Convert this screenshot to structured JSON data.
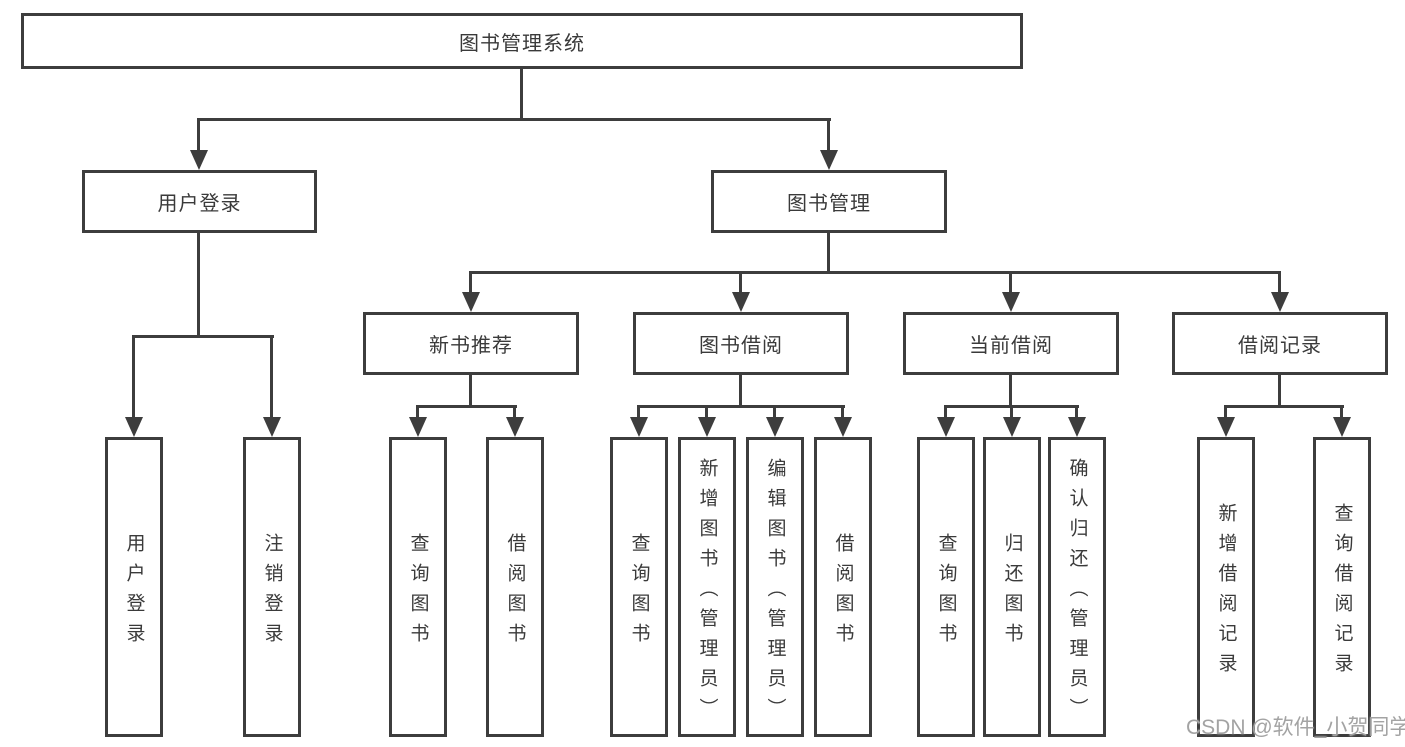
{
  "tree": {
    "root": "图书管理系统",
    "branches": [
      {
        "label": "用户登录",
        "children": [
          "用户登录",
          "注销登录"
        ]
      },
      {
        "label": "图书管理",
        "children": [
          {
            "label": "新书推荐",
            "children": [
              "查询图书",
              "借阅图书"
            ]
          },
          {
            "label": "图书借阅",
            "children": [
              "查询图书",
              "新增图书（管理员）",
              "编辑图书（管理员）",
              "借阅图书"
            ]
          },
          {
            "label": "当前借阅",
            "children": [
              "查询图书",
              "归还图书",
              "确认归还（管理员）"
            ]
          },
          {
            "label": "借阅记录",
            "children": [
              "新增借阅记录",
              "查询借阅记录"
            ]
          }
        ]
      }
    ]
  },
  "watermark": "CSDN @软件_小贺同学",
  "colors": {
    "line": "#3d3d3d",
    "text": "#3a3a3a",
    "watermark": "#a3a3a3",
    "bg": "#ffffff",
    "box_fill": "#ffffff"
  }
}
